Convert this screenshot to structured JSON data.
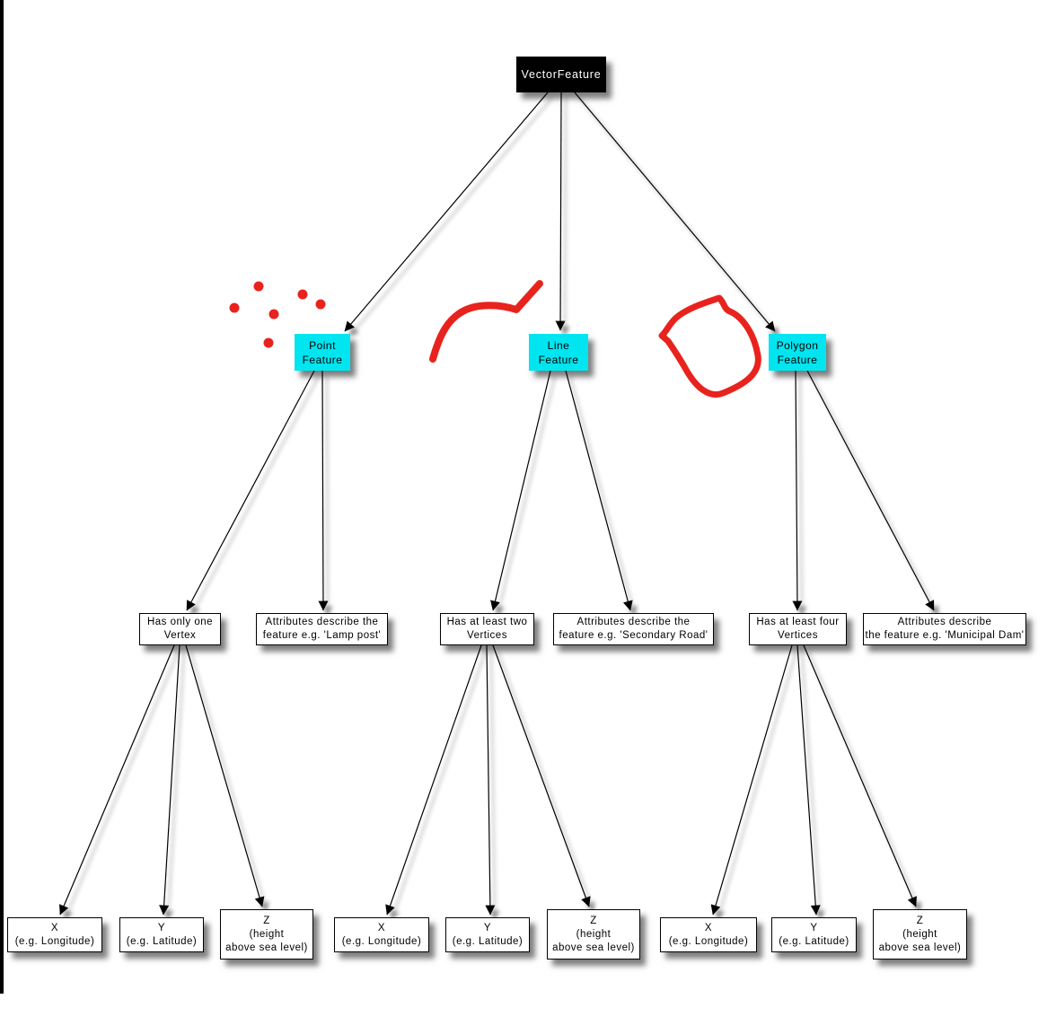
{
  "colors": {
    "root_bg": "#000000",
    "root_text": "#ffffff",
    "feature_bg": "#00e5f0",
    "feature_text": "#000000",
    "box_bg": "#ffffff",
    "box_border": "#000000",
    "annotation_red": "#e8231e",
    "edge": "#000000",
    "background": "#ffffff"
  },
  "nodes": {
    "root": {
      "label": "VectorFeature"
    },
    "point_feature": {
      "line1": "Point",
      "line2": "Feature"
    },
    "line_feature": {
      "line1": "Line",
      "line2": "Feature"
    },
    "polygon_feature": {
      "line1": "Polygon",
      "line2": "Feature"
    },
    "point_vertex": {
      "line1": "Has only one",
      "line2": "Vertex"
    },
    "point_attributes": {
      "line1": "Attributes describe the",
      "line2": "feature e.g. 'Lamp post'"
    },
    "line_vertex": {
      "line1": "Has at least two",
      "line2": "Vertices"
    },
    "line_attributes": {
      "line1": "Attributes describe the",
      "line2": "feature e.g. 'Secondary Road'"
    },
    "polygon_vertex": {
      "line1": "Has at least four",
      "line2": "Vertices"
    },
    "polygon_attributes": {
      "line1": "Attributes describe",
      "line2": "the feature e.g. 'Municipal Dam'"
    },
    "coord_x": {
      "line1": "X",
      "line2": "(e.g. Longitude)"
    },
    "coord_y": {
      "line1": "Y",
      "line2": "(e.g. Latitude)"
    },
    "coord_z": {
      "line1": "Z",
      "line2": "(height",
      "line3": "above sea level)"
    }
  },
  "annotations": {
    "point_sketch": "six-red-dots",
    "line_sketch": "red-freehand-curve",
    "polygon_sketch": "red-freehand-polygon"
  }
}
